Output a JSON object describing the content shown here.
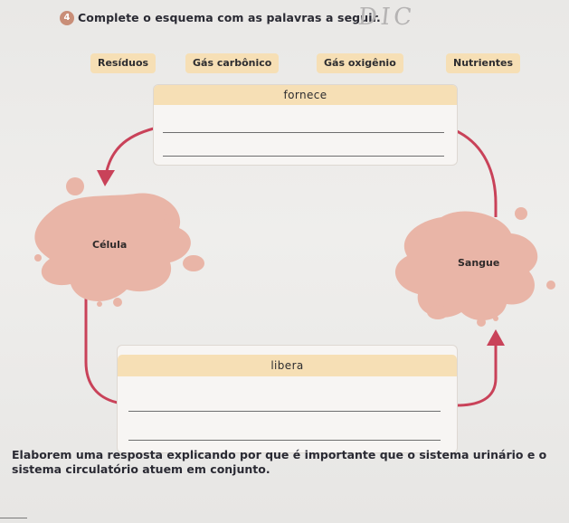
{
  "question": {
    "number": "4",
    "instruction": "Complete o esquema com as palavras a seguir.",
    "handwritten": "DIC"
  },
  "word_bank": [
    "Resíduos",
    "Gás carbônico",
    "Gás oxigênio",
    "Nutrientes"
  ],
  "diagram": {
    "top_card_title": "fornece",
    "bottom_card_title": "libera",
    "left_node": "Célula",
    "right_node": "Sangue"
  },
  "colors": {
    "arrow": "#c94259",
    "blob": "#e9b5a7",
    "header": "#f6dfb5",
    "badge": "#c98e78"
  },
  "followup": "Elaborem uma resposta explicando por que é importante que o sistema urinário e o sistema circulatório atuem em conjunto."
}
